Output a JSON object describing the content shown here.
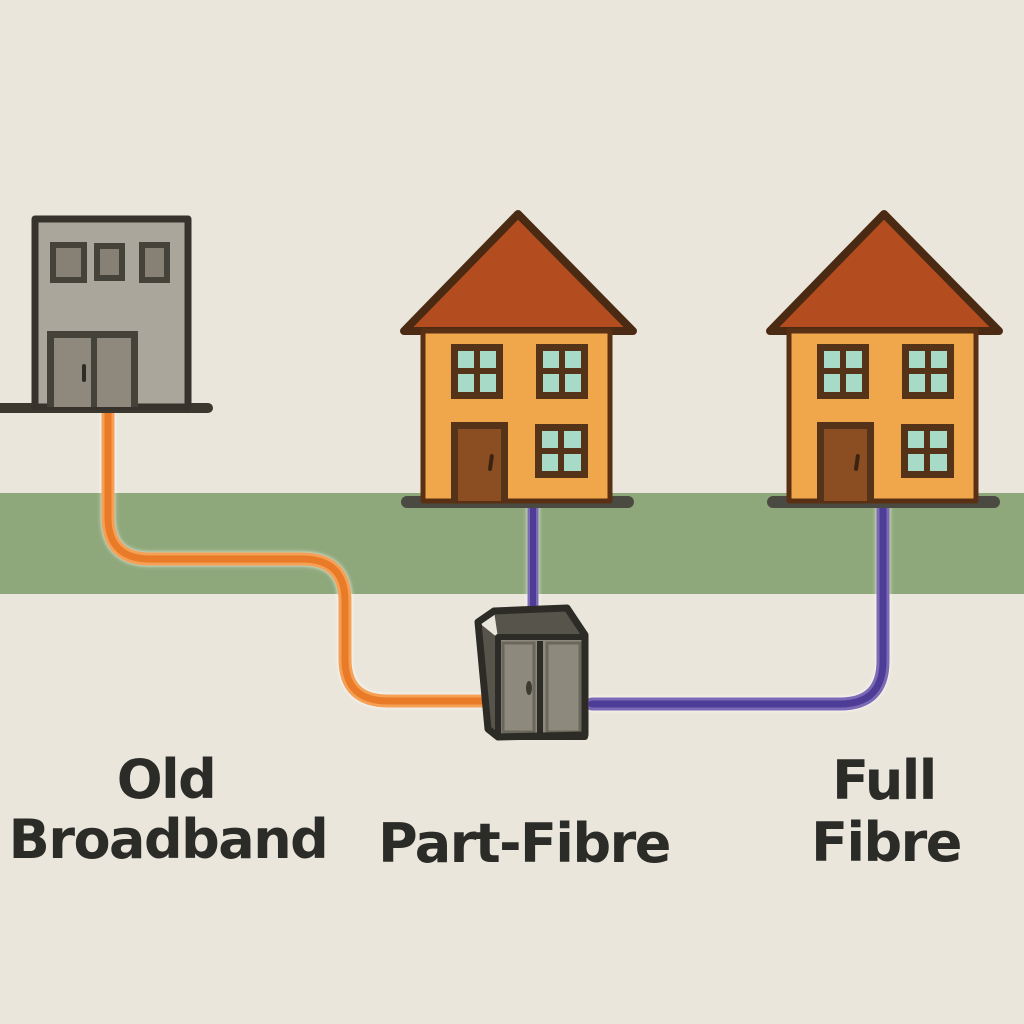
{
  "labels": {
    "old_broadband": {
      "line1": "Old",
      "line2": "Broadband"
    },
    "part_fibre": {
      "text": "Part-Fibre"
    },
    "full_fibre": {
      "line1": "Full",
      "line2": "Fibre"
    }
  },
  "colors": {
    "background": "#eae6dc",
    "green_band": "#8fa87b",
    "cable_orange": "#e97a27",
    "cable_orange_light": "#f5a055",
    "cable_purple": "#4e3d96",
    "cable_purple_light": "#7c6ab6",
    "roof": "#b34d20",
    "house_wall": "#f0a64b",
    "window_frame": "#543318",
    "window_pane": "#a8dbc7",
    "door": "#8a4e22",
    "house_base": "#4b4a42",
    "exchange_wall": "#aba69b",
    "exchange_frame": "#45423a",
    "exchange_pane": "#868174",
    "exchange_door": "#8e897c",
    "exchange_base": "#3a382f",
    "cabinet_front": "#8e897d",
    "cabinet_dark": "#57544c",
    "label_text": "#2b2b27"
  },
  "diagram": {
    "nodes": [
      {
        "id": "exchange",
        "icon": "office-building"
      },
      {
        "id": "street-cabinet",
        "icon": "street-cabinet"
      },
      {
        "id": "house-part-fibre",
        "icon": "house",
        "label": "Part-Fibre"
      },
      {
        "id": "house-full-fibre",
        "icon": "house",
        "label": "Full Fibre"
      }
    ],
    "edges": [
      {
        "from": "exchange",
        "to": "street-cabinet",
        "cable_color": "#e97a27",
        "label": "Old Broadband"
      },
      {
        "from": "street-cabinet",
        "to": "house-part-fibre",
        "cable_color": "#4e3d96"
      },
      {
        "from": "street-cabinet",
        "to": "house-full-fibre",
        "cable_color": "#4e3d96"
      }
    ]
  }
}
